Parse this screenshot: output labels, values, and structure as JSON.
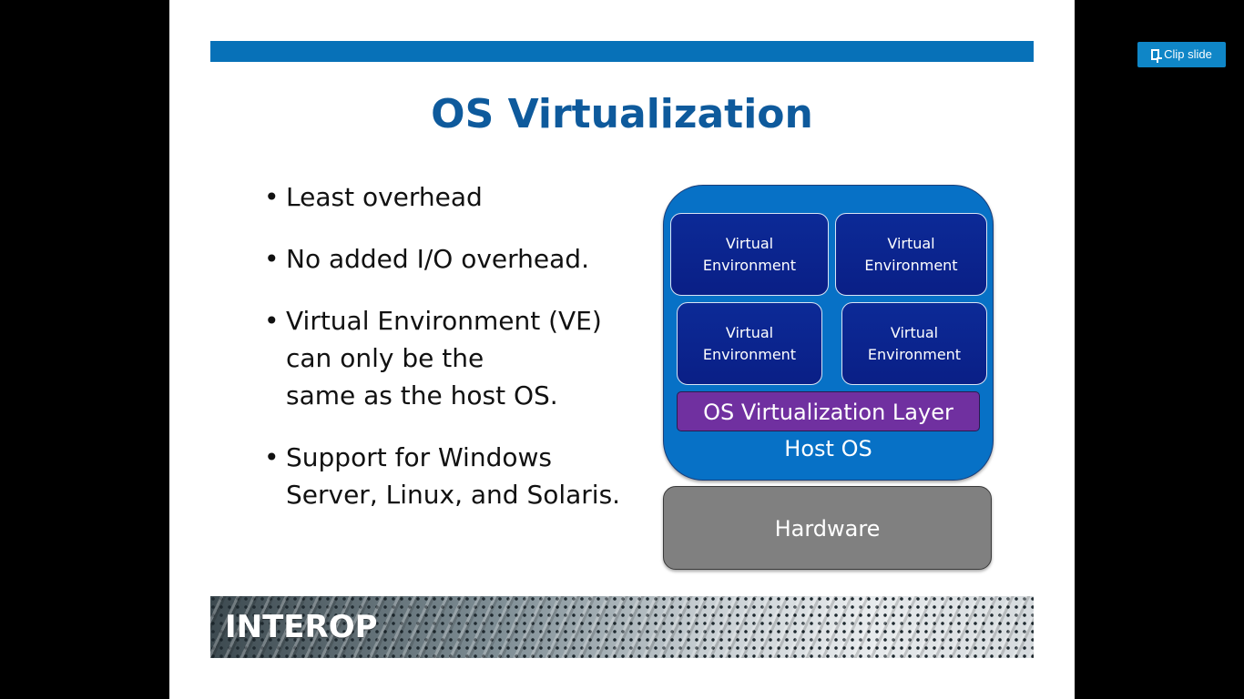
{
  "slide": {
    "title": "OS Virtualization",
    "bullets": [
      {
        "lines": [
          "Least overhead"
        ]
      },
      {
        "lines": [
          "No added I/O overhead."
        ]
      },
      {
        "lines": [
          "Virtual Environment (VE)",
          "can only be the",
          "same as the host OS."
        ]
      },
      {
        "lines": [
          "Support for Windows",
          "Server, Linux, and Solaris."
        ]
      }
    ],
    "diagram": {
      "virtual_environments": [
        {
          "line1": "Virtual",
          "line2": "Environment"
        },
        {
          "line1": "Virtual",
          "line2": "Environment"
        },
        {
          "line1": "Virtual",
          "line2": "Environment"
        },
        {
          "line1": "Virtual",
          "line2": "Environment"
        }
      ],
      "virtualization_layer": "OS Virtualization Layer",
      "host_os": "Host OS",
      "hardware": "Hardware"
    },
    "footer_logo": "INTEROP"
  },
  "toolbar": {
    "clip_label": "Clip slide",
    "clip_icon": "clip-icon"
  },
  "colors": {
    "accent_bar": "#0771b8",
    "title": "#0e5a9c",
    "host_os": "#0771c6",
    "virtual_environment": "#0c2a97",
    "virtualization_layer": "#7030a0",
    "hardware": "#808080",
    "clip_button": "#0f86c7"
  }
}
